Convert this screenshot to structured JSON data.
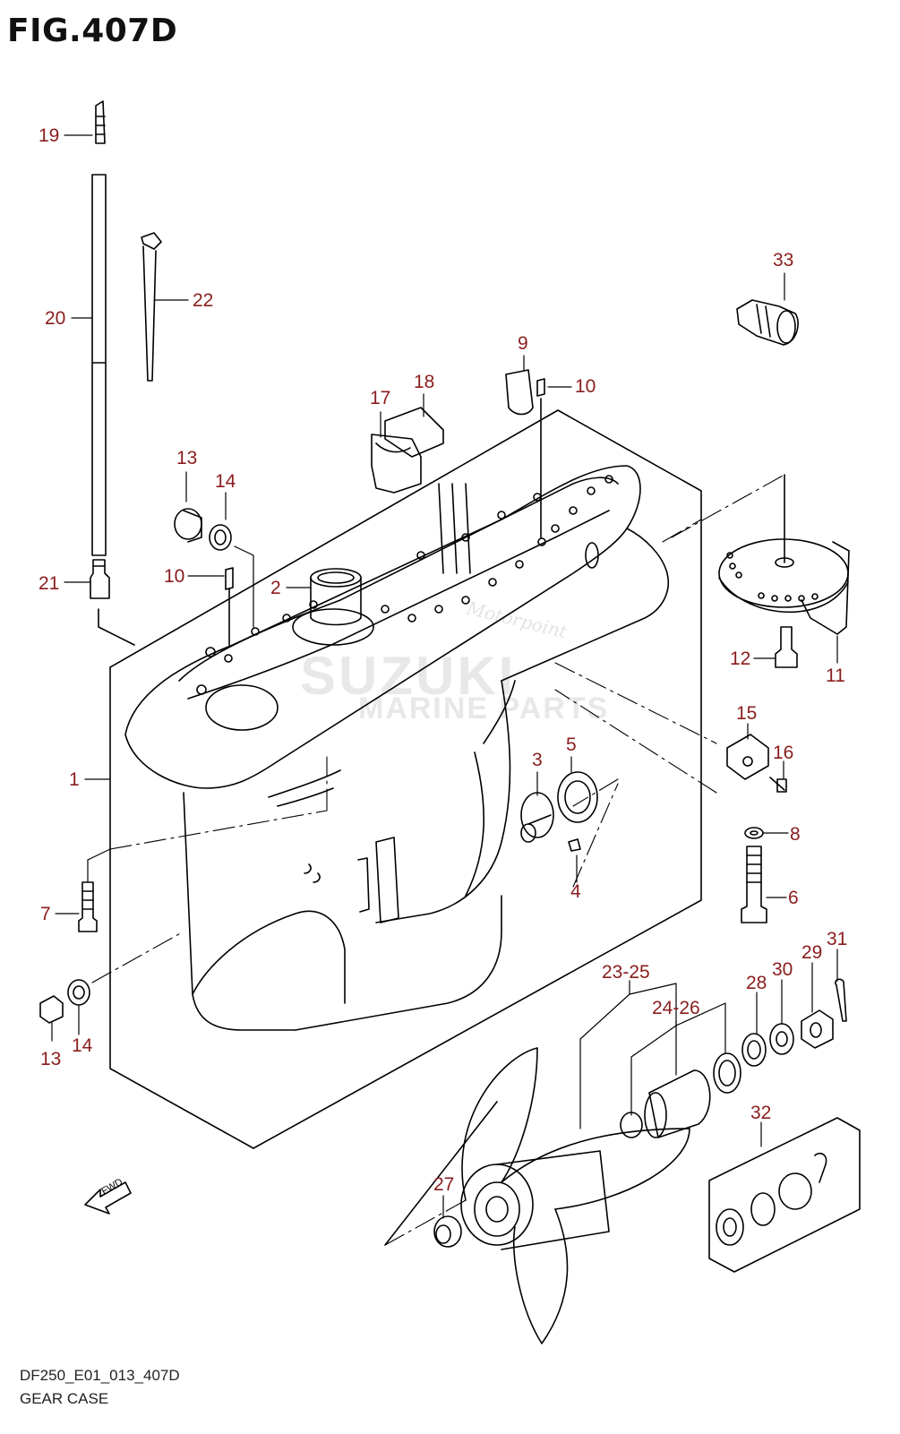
{
  "figure": {
    "title": "FIG.407D",
    "code": "DF250_E01_013_407D",
    "subtitle": "GEAR CASE",
    "fwd_label": "FWD"
  },
  "watermark": {
    "brand": "SUZUKI",
    "line2": "MARINE PARTS",
    "script": "Motorpoint"
  },
  "callouts": {
    "c1": "1",
    "c2": "2",
    "c3": "3",
    "c4": "4",
    "c5": "5",
    "c6": "6",
    "c7": "7",
    "c8": "8",
    "c9": "9",
    "c10a": "10",
    "c10b": "10",
    "c11": "11",
    "c12": "12",
    "c13a": "13",
    "c13b": "13",
    "c14a": "14",
    "c14b": "14",
    "c15": "15",
    "c16": "16",
    "c17": "17",
    "c18": "18",
    "c19": "19",
    "c20": "20",
    "c21": "21",
    "c22": "22",
    "c23": "23-25",
    "c24": "24-26",
    "c27": "27",
    "c28": "28",
    "c29": "29",
    "c30": "30",
    "c31": "31",
    "c32": "32",
    "c33": "33"
  },
  "colors": {
    "label": "#8a1d1d",
    "line": "#000000"
  }
}
